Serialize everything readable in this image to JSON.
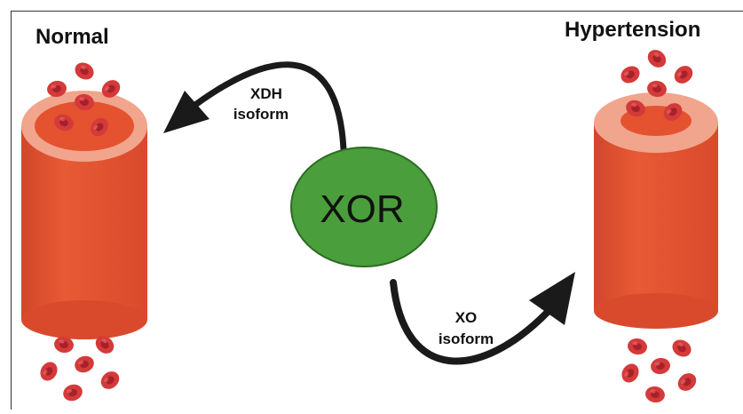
{
  "titles": {
    "normal": "Normal",
    "hypertension": "Hypertension"
  },
  "enzyme": {
    "label": "XOR",
    "fill": "#4a9e3b",
    "stroke": "#2d6b24"
  },
  "arrows": {
    "top": {
      "line1": "XDH",
      "line2": "isoform"
    },
    "bottom": {
      "line1": "XO",
      "line2": "isoform"
    }
  },
  "colors": {
    "vessel_body": "#e4522f",
    "vessel_rim": "#f0a58c",
    "vessel_lumen": "#e4522f",
    "rbc": "#d43a3a",
    "rbc_center": "#9e1f26",
    "arrow": "#1a1a1a",
    "frame": "#333333"
  }
}
